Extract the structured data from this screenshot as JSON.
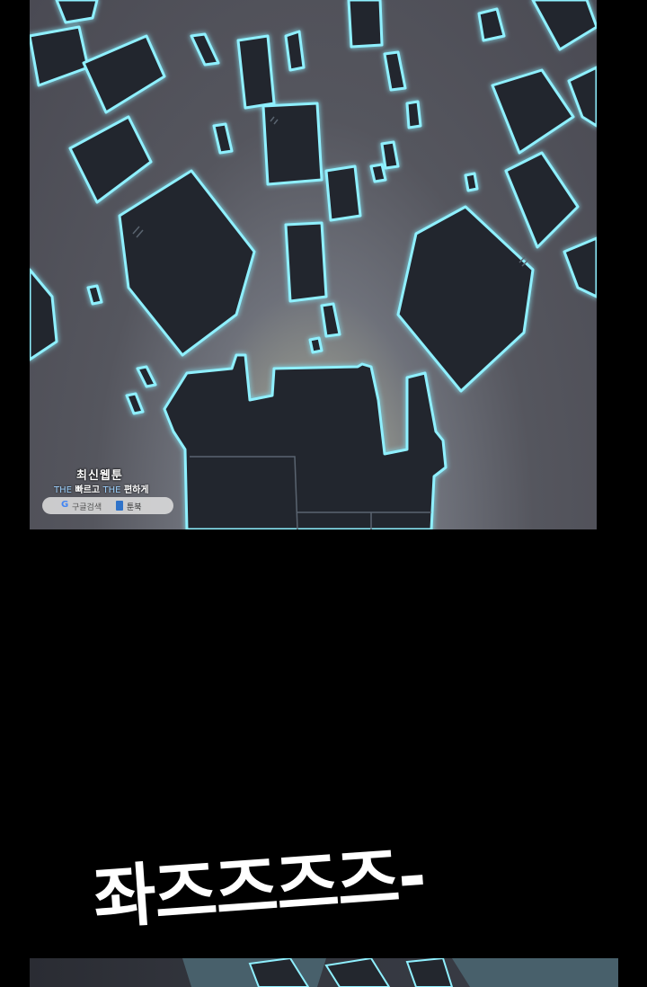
{
  "watermark": {
    "title": "최신웹툰",
    "tagline_prefix": "THE",
    "tagline_fast": "빠르고",
    "tagline_prefix2": "THE",
    "tagline_easy": "편하게",
    "google_letter": "G",
    "search_label": "구글검색",
    "book_icon": "book-icon",
    "brand": "툰북"
  },
  "sound_effect": "좌즈즈즈즈-",
  "colors": {
    "background": "#000000",
    "glow": "#7ee8ff",
    "cube_fill": "#22262d",
    "sky": "#4a4a53"
  }
}
